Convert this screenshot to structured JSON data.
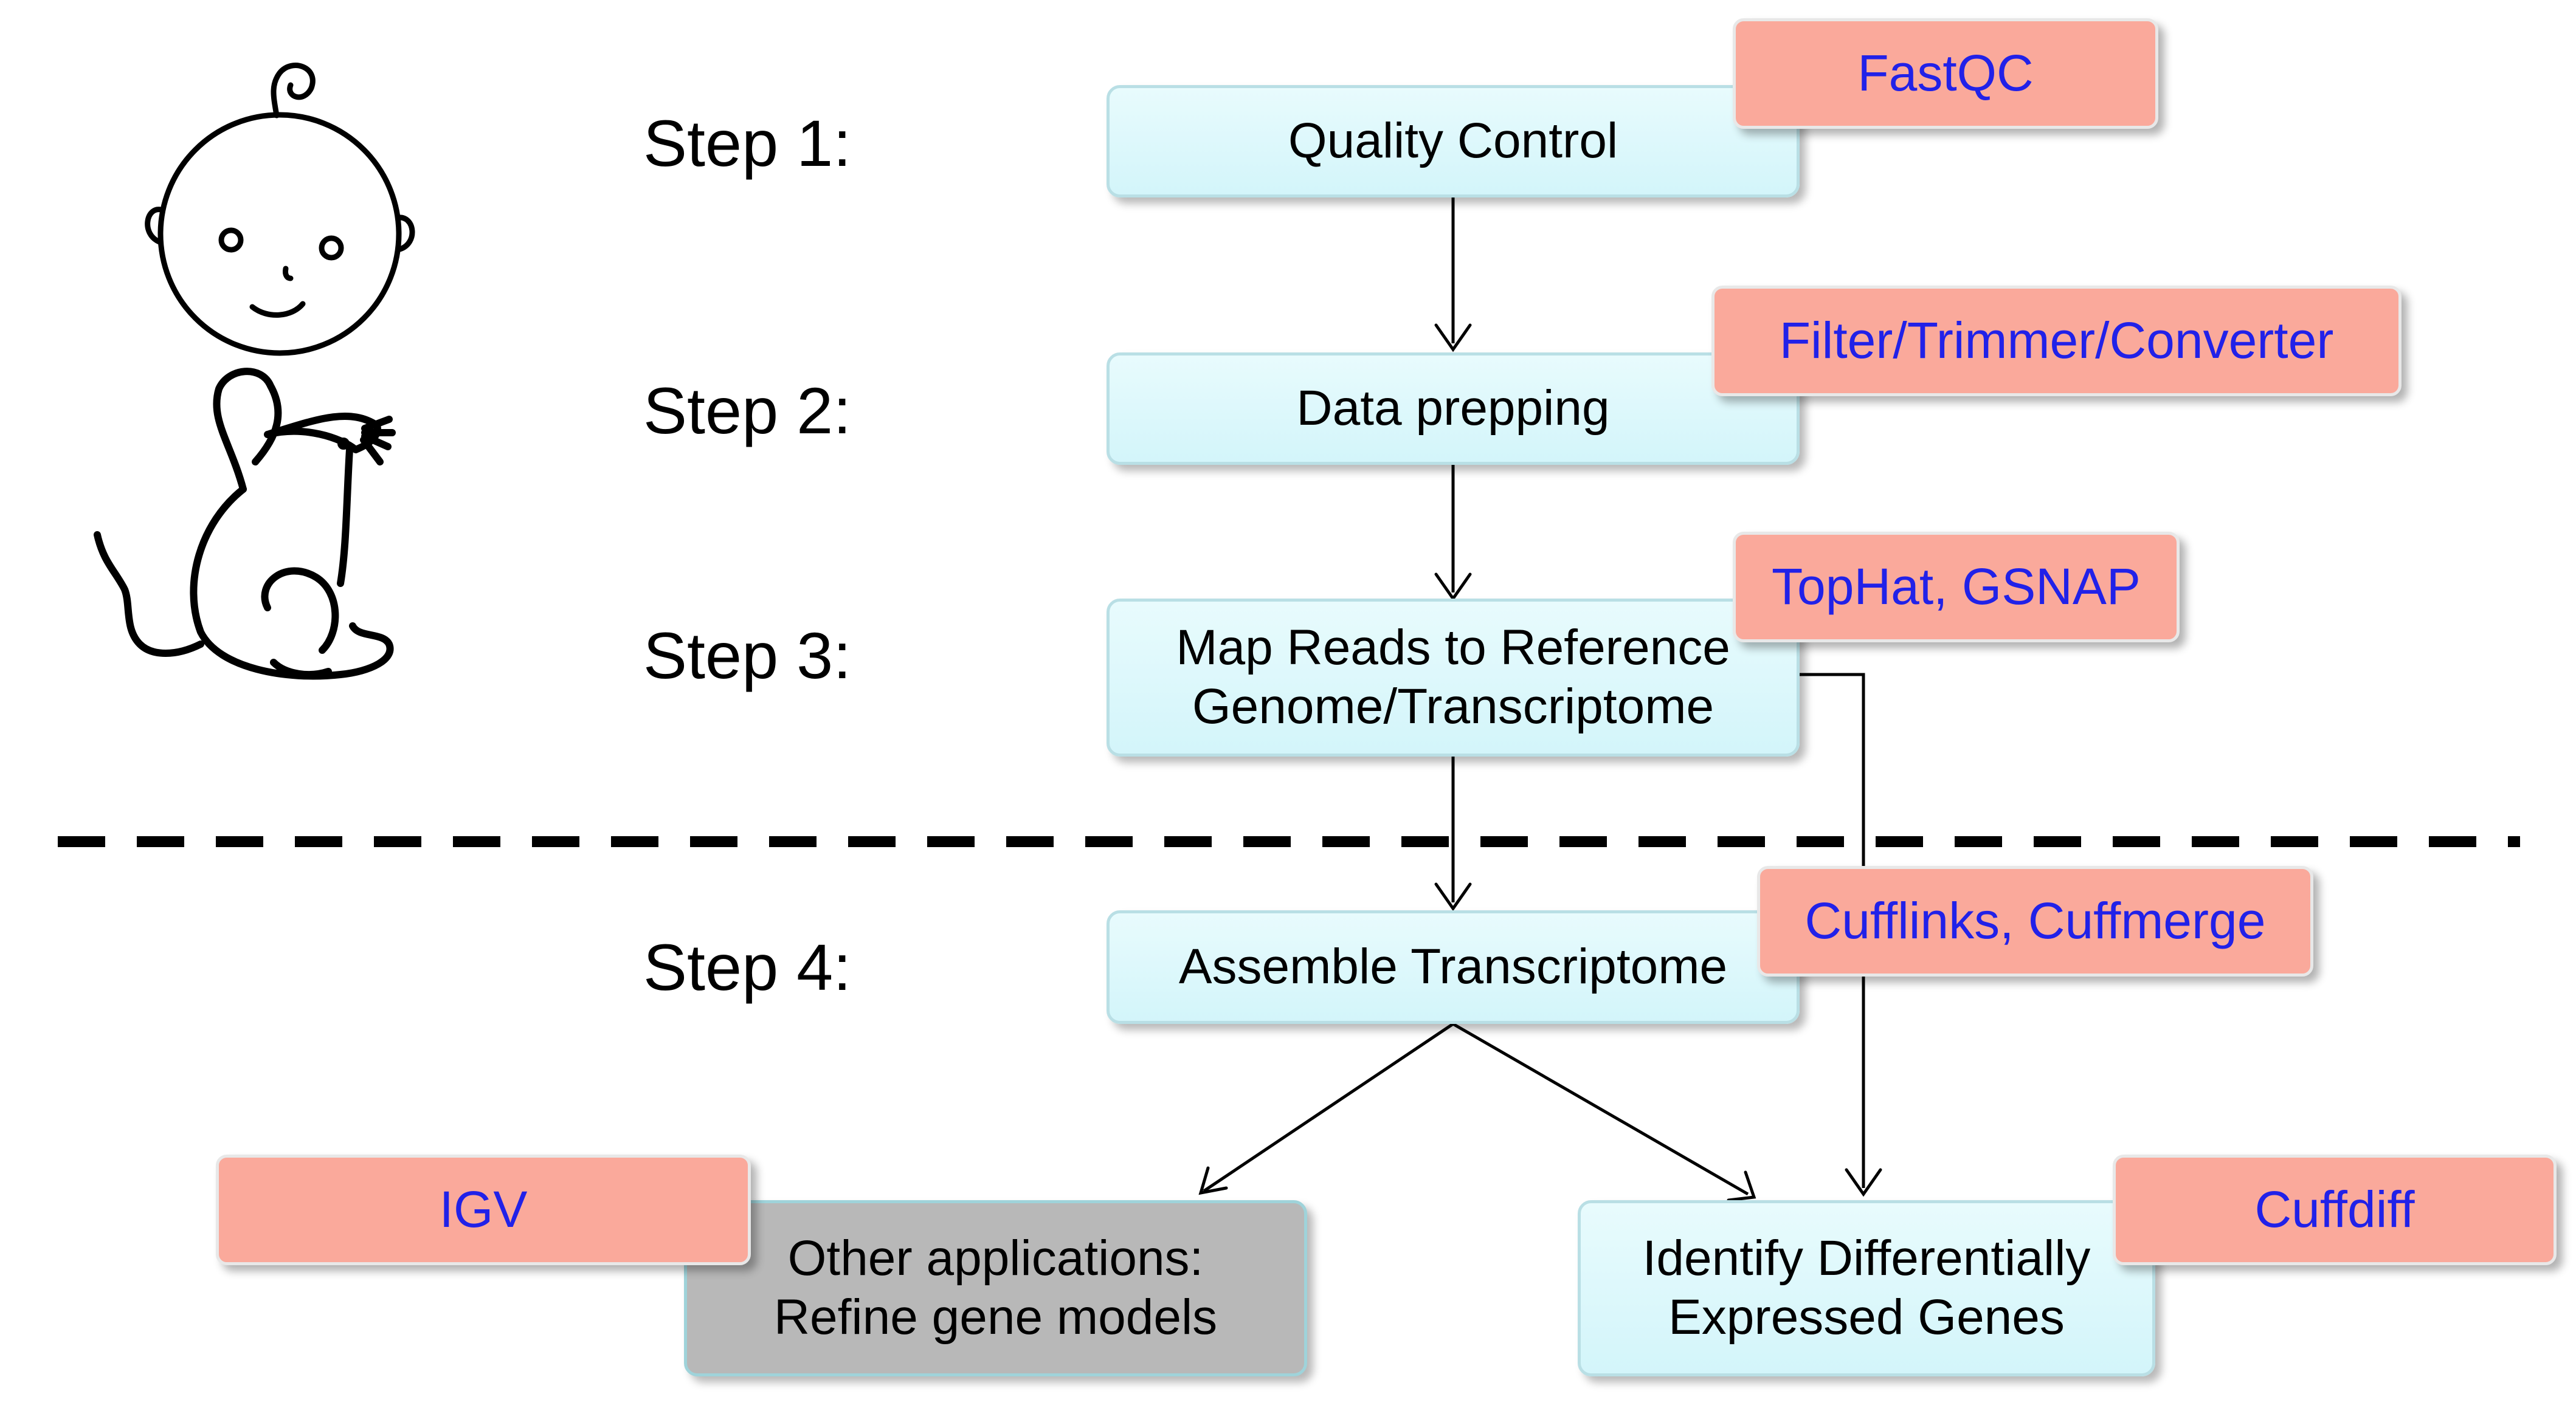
{
  "steps": [
    {
      "label": "Step 1:"
    },
    {
      "label": "Step 2:"
    },
    {
      "label": "Step 3:"
    },
    {
      "label": "Step 4:"
    }
  ],
  "process_boxes": {
    "quality_control": "Quality Control",
    "data_prepping": "Data prepping",
    "map_reads": "Map Reads to Reference\nGenome/Transcriptome",
    "assemble": "Assemble Transcriptome",
    "other_applications": "Other applications:\nRefine gene models",
    "identify_de": "Identify Differentially\nExpressed Genes"
  },
  "tools": {
    "fastqc": "FastQC",
    "filter": "Filter/Trimmer/Converter",
    "tophat": "TopHat, GSNAP",
    "cufflinks": "Cufflinks, Cuffmerge",
    "igv": "IGV",
    "cuffdiff": "Cuffdiff"
  },
  "icons": [
    "baby-face-icon",
    "mouse-icon"
  ],
  "colors": {
    "process_fill": "#dff8fb",
    "tool_fill": "#faa99b",
    "tool_text": "#2121e8",
    "grey_box": "#b8b8b8"
  }
}
